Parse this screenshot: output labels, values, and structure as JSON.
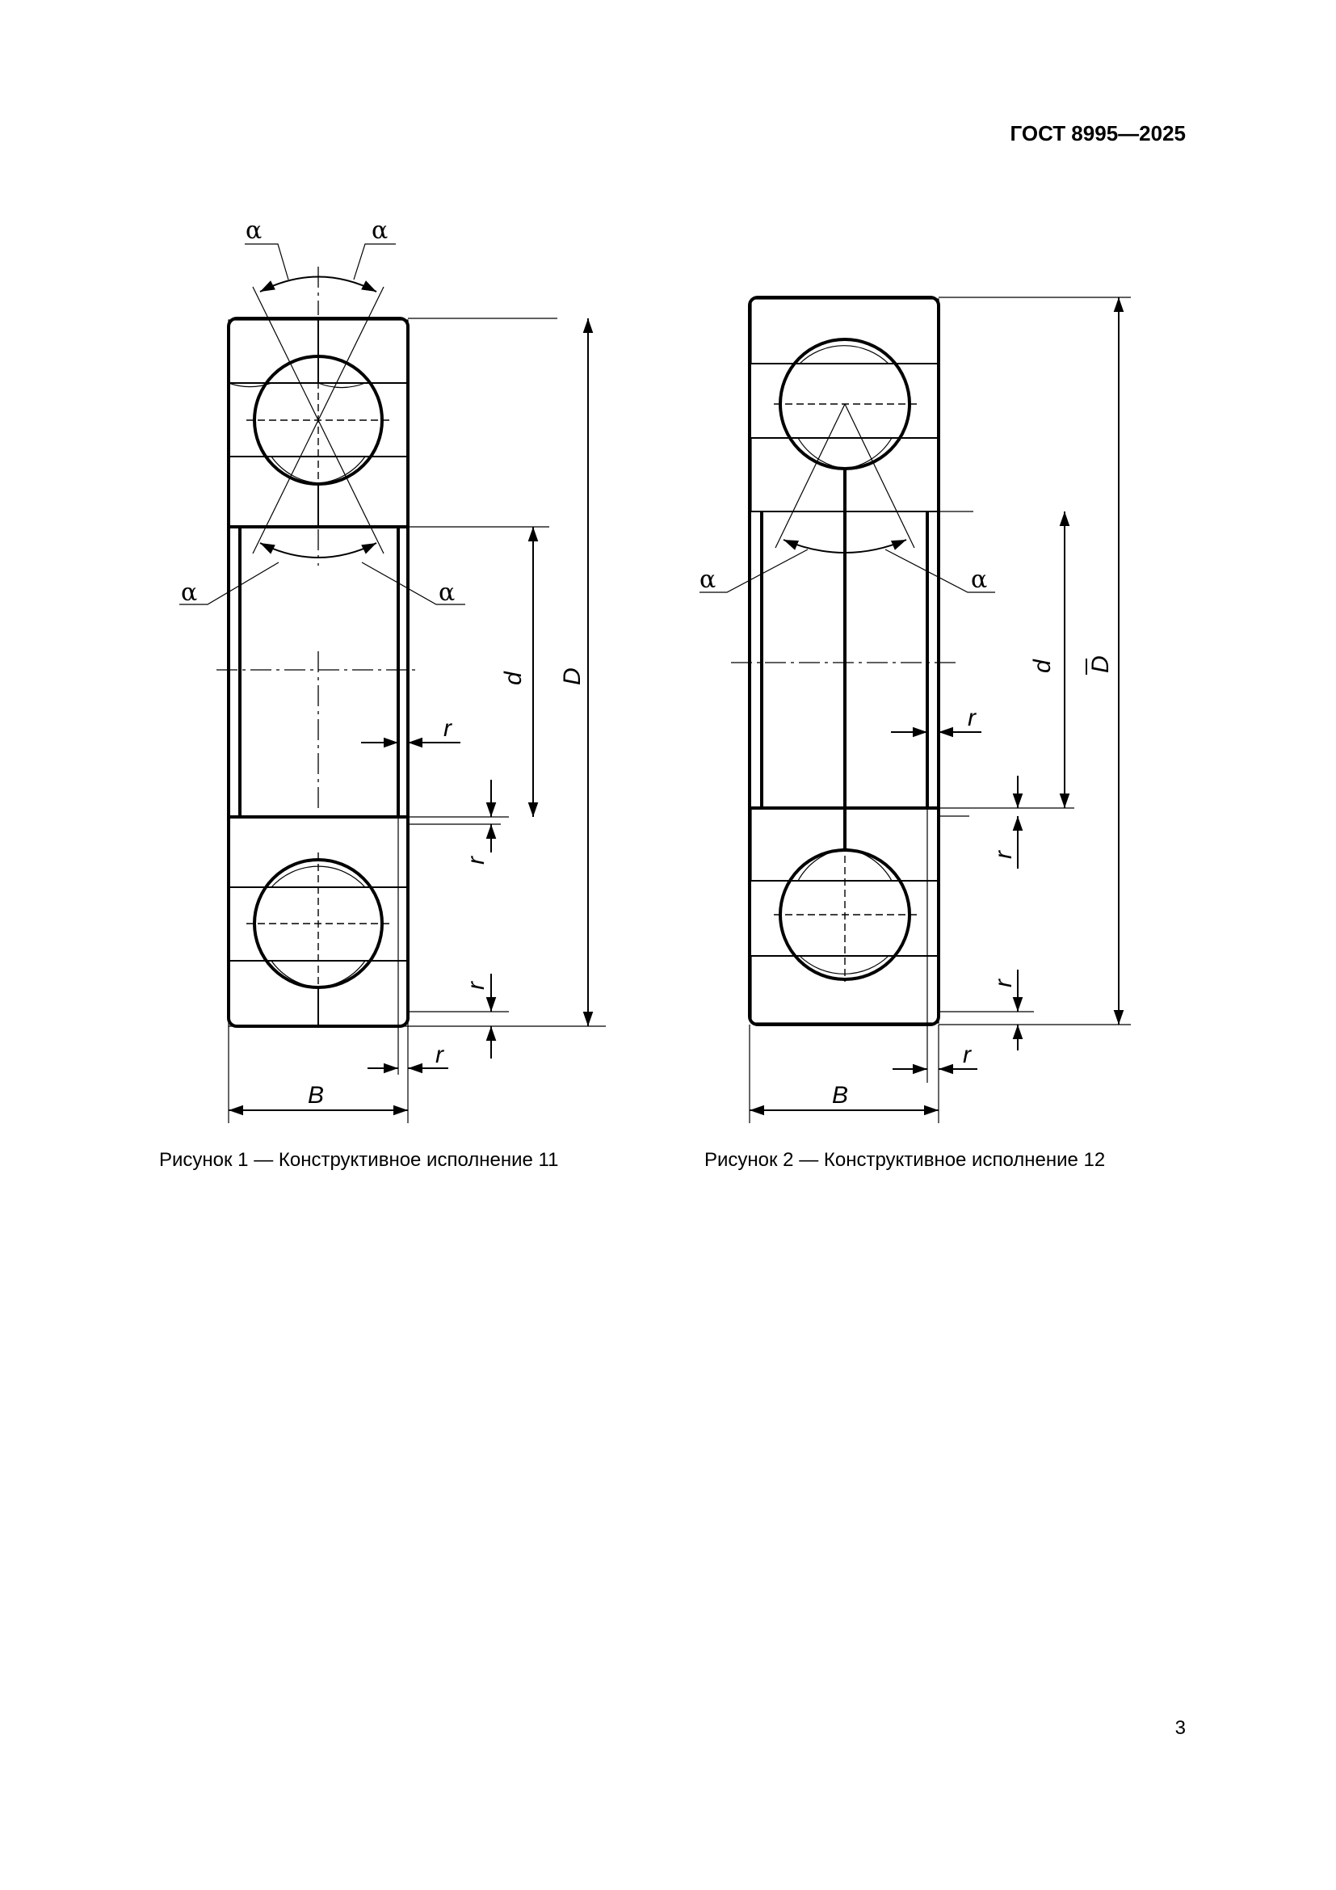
{
  "header": {
    "doc_id": "ГОСТ 8995—2025"
  },
  "figure1": {
    "caption": "Рисунок 1 — Конструктивное исполнение 11",
    "labels": {
      "alpha_top_left": "α",
      "alpha_top_right": "α",
      "alpha_bottom_left": "α",
      "alpha_bottom_right": "α",
      "d": "d",
      "D": "D",
      "B": "B",
      "r1": "r",
      "r2": "r",
      "r3": "r",
      "r4": "r"
    }
  },
  "figure2": {
    "caption": "Рисунок 2 — Конструктивное исполнение 12",
    "labels": {
      "alpha_left": "α",
      "alpha_right": "α",
      "d": "d",
      "D": "D",
      "B": "B",
      "r1": "r",
      "r2": "r",
      "r3": "r"
    }
  },
  "footer": {
    "page_number": "3"
  }
}
